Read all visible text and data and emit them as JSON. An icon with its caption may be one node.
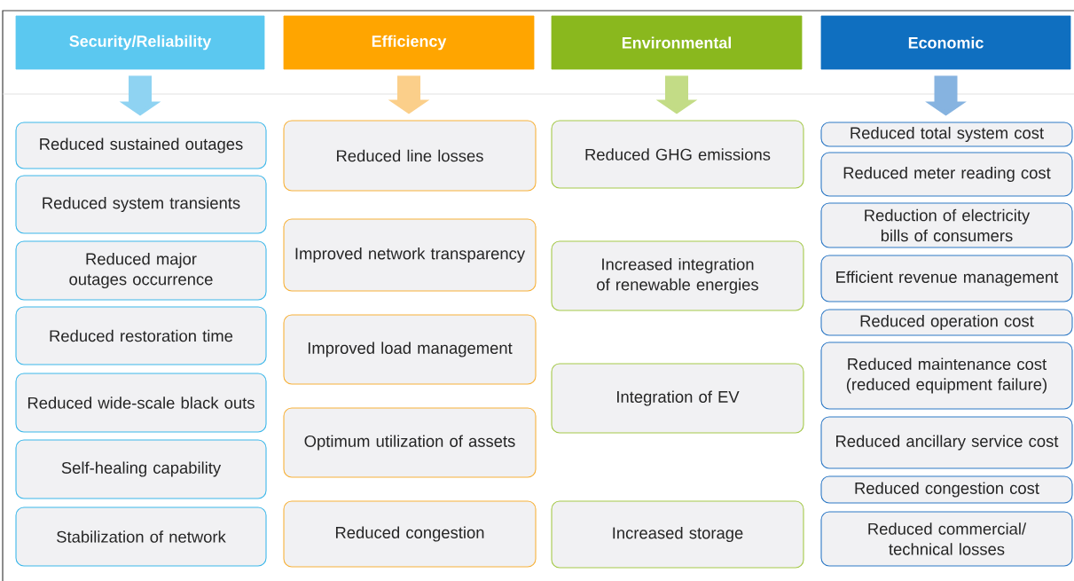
{
  "diagram": {
    "nodes": [
      {
        "text": [
          "Security/Reliability"
        ]
      },
      {
        "text": [
          "Efficiency"
        ]
      },
      {
        "text": [
          "Environmental"
        ]
      },
      {
        "text": [
          "Economic"
        ]
      },
      {
        "text": [
          "Reduced sustained outages"
        ]
      },
      {
        "text": [
          "Reduced system transients"
        ]
      },
      {
        "text": [
          "Reduced major outages occurrence"
        ]
      },
      {
        "text": [
          "Reduced restoration time"
        ]
      },
      {
        "text": [
          "Reduced wide-scale black outs"
        ]
      },
      {
        "text": [
          "Self-healing capability"
        ]
      },
      {
        "text": [
          "Stabilization of network"
        ]
      },
      {
        "text": [
          "Reduced line losses"
        ]
      },
      {
        "text": [
          "Improved network transparency"
        ]
      },
      {
        "text": [
          "Improved load management"
        ]
      },
      {
        "text": [
          "Optimum utilization of assets"
        ]
      },
      {
        "text": [
          "Reduced congestion"
        ]
      },
      {
        "text": [
          "Reduced GHG emissions"
        ]
      },
      {
        "text": [
          "Increased integration of renewable energies"
        ]
      },
      {
        "text": [
          "Integration of EV"
        ]
      },
      {
        "text": [
          "Increased storage"
        ]
      },
      {
        "text": [
          "Reduced total system cost"
        ]
      },
      {
        "text": [
          "Reduced meter reading cost"
        ]
      },
      {
        "text": [
          "Reduction of electricity bills of consumers"
        ]
      },
      {
        "text": [
          "Efficient revenue management"
        ]
      },
      {
        "text": [
          "Reduced operation cost"
        ]
      },
      {
        "text": [
          "Reduced maintenance cost (reduced equipment failure)"
        ]
      },
      {
        "text": [
          "Reduced ancillary service cost"
        ]
      },
      {
        "text": [
          "Reduced congestion cost"
        ]
      },
      {
        "text": [
          "Reduced commercial/ technical losses"
        ]
      }
    ],
    "edges": [
      {
        "from": 0,
        "to": 4,
        "arrow": "to",
        "color": "#8fd3f2"
      },
      {
        "from": 1,
        "to": 11,
        "arrow": "to",
        "color": "#fbcf8a"
      },
      {
        "from": 2,
        "to": 16,
        "arrow": "to",
        "color": "#c3dc86"
      },
      {
        "from": 3,
        "to": 20,
        "arrow": "to",
        "color": "#86b3e0"
      }
    ]
  }
}
